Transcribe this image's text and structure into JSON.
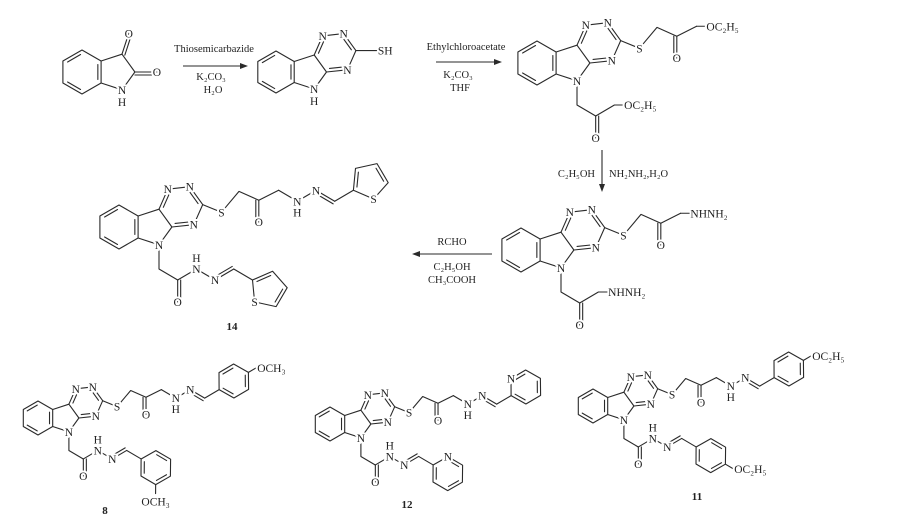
{
  "reagents": {
    "step1": {
      "top": "Thiosemicarbazide",
      "line1": "K₂CO₃",
      "line2": "H₂O"
    },
    "step2": {
      "top": "Ethylchloroacetate",
      "line1": "K₂CO₃",
      "line2": "THF"
    },
    "step3": {
      "left": "C₂H₅OH",
      "right": "NH₂NH₂,H₂O"
    },
    "step4": {
      "top": "RCHO",
      "line1": "C₂H₅OH",
      "line2": "CH₃COOH"
    }
  },
  "atoms": {
    "N": "N",
    "H": "H",
    "S": "S",
    "O": "O"
  },
  "groups": {
    "thiol": "SH",
    "ester": "OC₂H₅",
    "hydrazide": "NHNH₂",
    "methoxy": "OCH₃",
    "ethoxy": "OC₂H₅"
  },
  "compounds": {
    "c14": "14",
    "c8": "8",
    "c12": "12",
    "c11": "11"
  }
}
